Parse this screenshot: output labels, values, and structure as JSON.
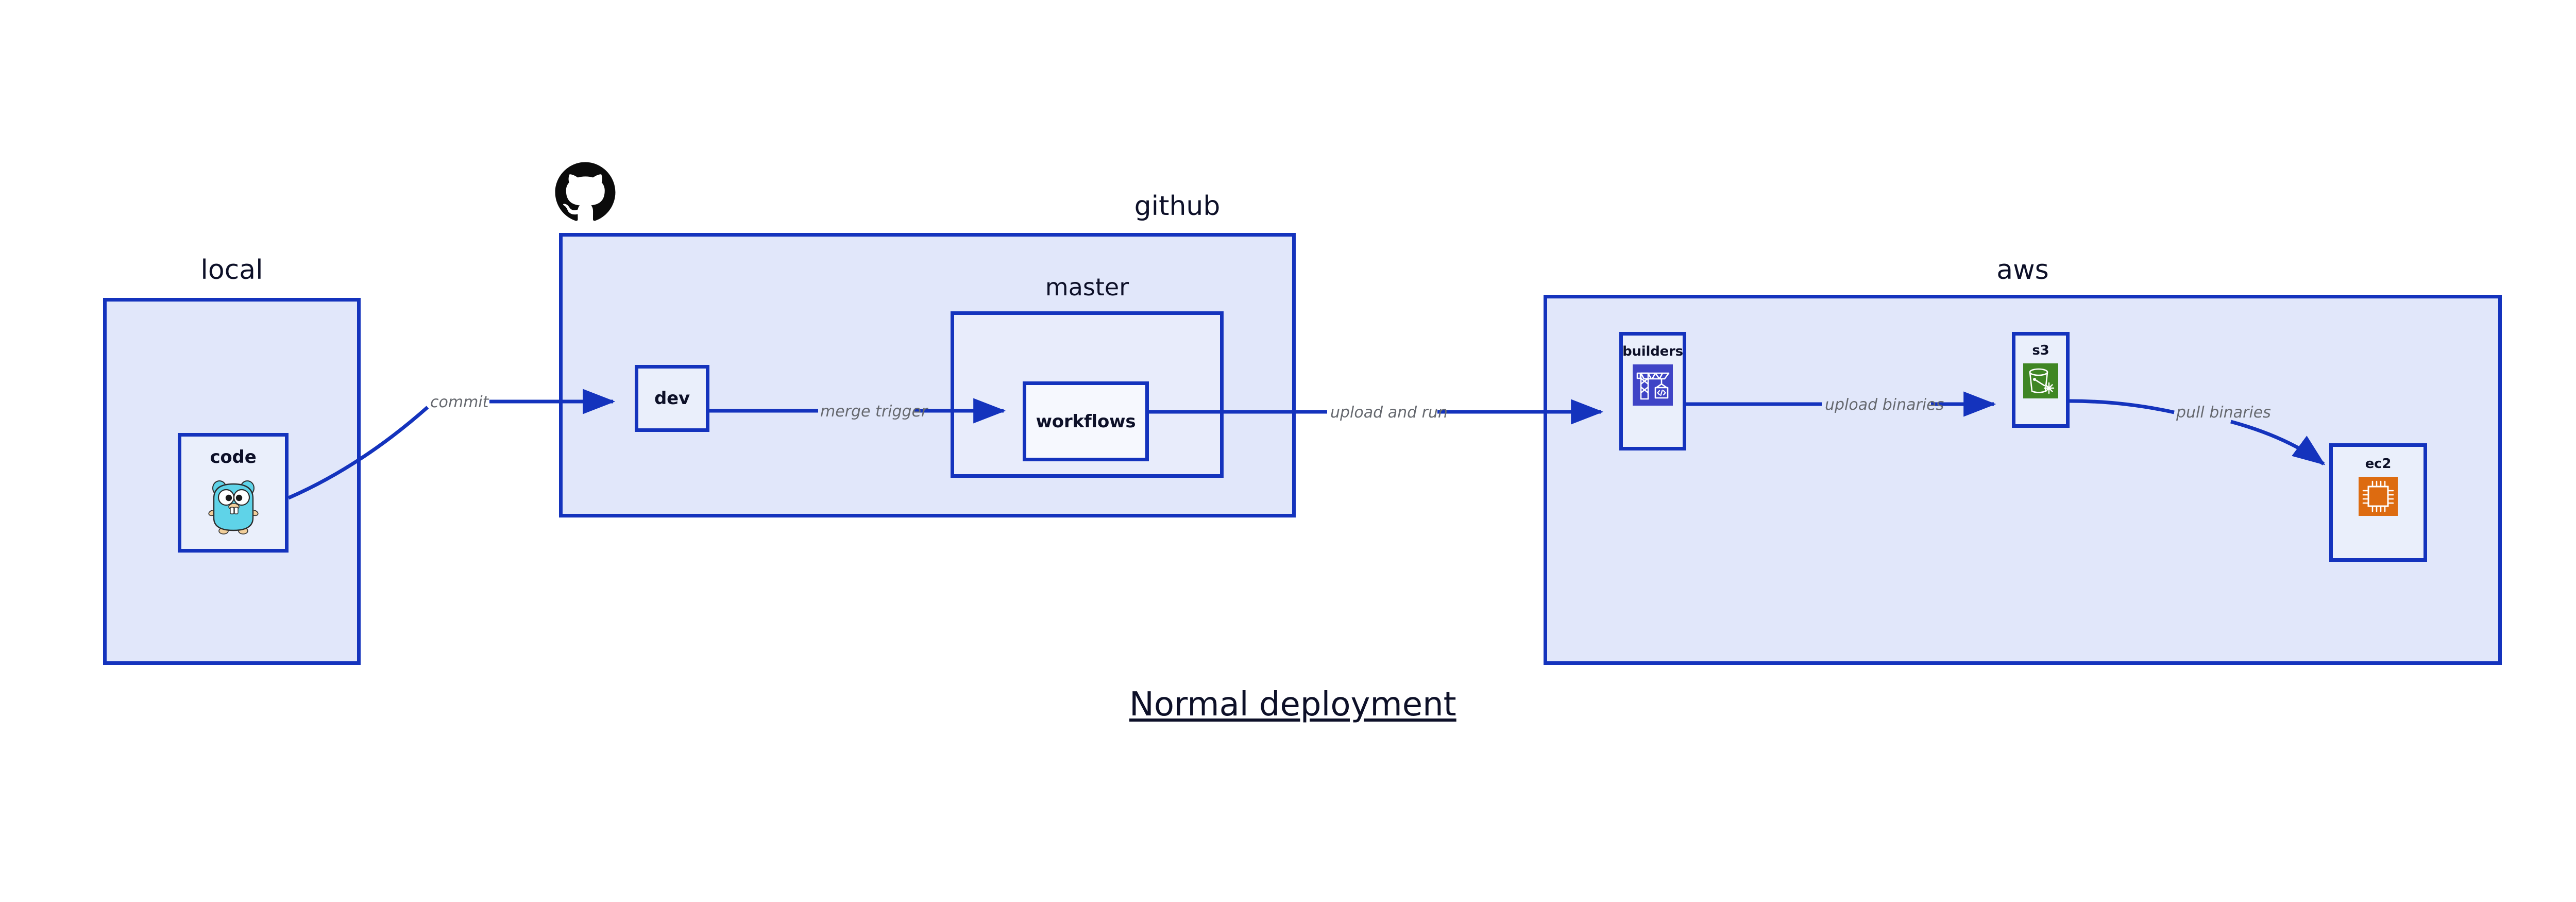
{
  "diagram": {
    "caption": "Normal deployment",
    "accent_border": "#1433bd",
    "group_fill": "#e1e7fa",
    "node_fill": "#eaeffb",
    "label_color": "#0d1028",
    "edge_label_color": "#66696f"
  },
  "groups": [
    {
      "id": "local",
      "label": "local"
    },
    {
      "id": "github",
      "label": "github"
    },
    {
      "id": "master",
      "label": "master"
    },
    {
      "id": "aws",
      "label": "aws"
    }
  ],
  "nodes": [
    {
      "id": "code",
      "label": "code",
      "icon": "go-gopher-icon",
      "group": "local"
    },
    {
      "id": "dev",
      "label": "dev",
      "icon": null,
      "group": "github"
    },
    {
      "id": "workflows",
      "label": "workflows",
      "icon": null,
      "group": "master"
    },
    {
      "id": "builders",
      "label": "builders",
      "icon": "aws-builders-crane-icon",
      "group": "aws"
    },
    {
      "id": "s3",
      "label": "s3",
      "icon": "aws-s3-glacier-bucket-icon",
      "group": "aws"
    },
    {
      "id": "ec2",
      "label": "ec2",
      "icon": "aws-ec2-chip-icon",
      "group": "aws"
    }
  ],
  "edges": [
    {
      "id": "commit",
      "label": "commit",
      "from": "code",
      "to": "dev"
    },
    {
      "id": "merge-trigger",
      "label": "merge trigger",
      "from": "dev",
      "to": "workflows"
    },
    {
      "id": "upload-and-run",
      "label": "upload and run",
      "from": "workflows",
      "to": "builders"
    },
    {
      "id": "upload-binaries",
      "label": "upload binaries",
      "from": "builders",
      "to": "s3"
    },
    {
      "id": "pull-binaries",
      "label": "pull binaries",
      "from": "s3",
      "to": "ec2"
    }
  ],
  "icons": {
    "github_logo": "github-mark-icon",
    "colors": {
      "gopher_body": "#5fd3e8",
      "builders_bg": "#3f44c6",
      "s3_bg": "#3f8624",
      "ec2_bg": "#dd6b10"
    }
  }
}
